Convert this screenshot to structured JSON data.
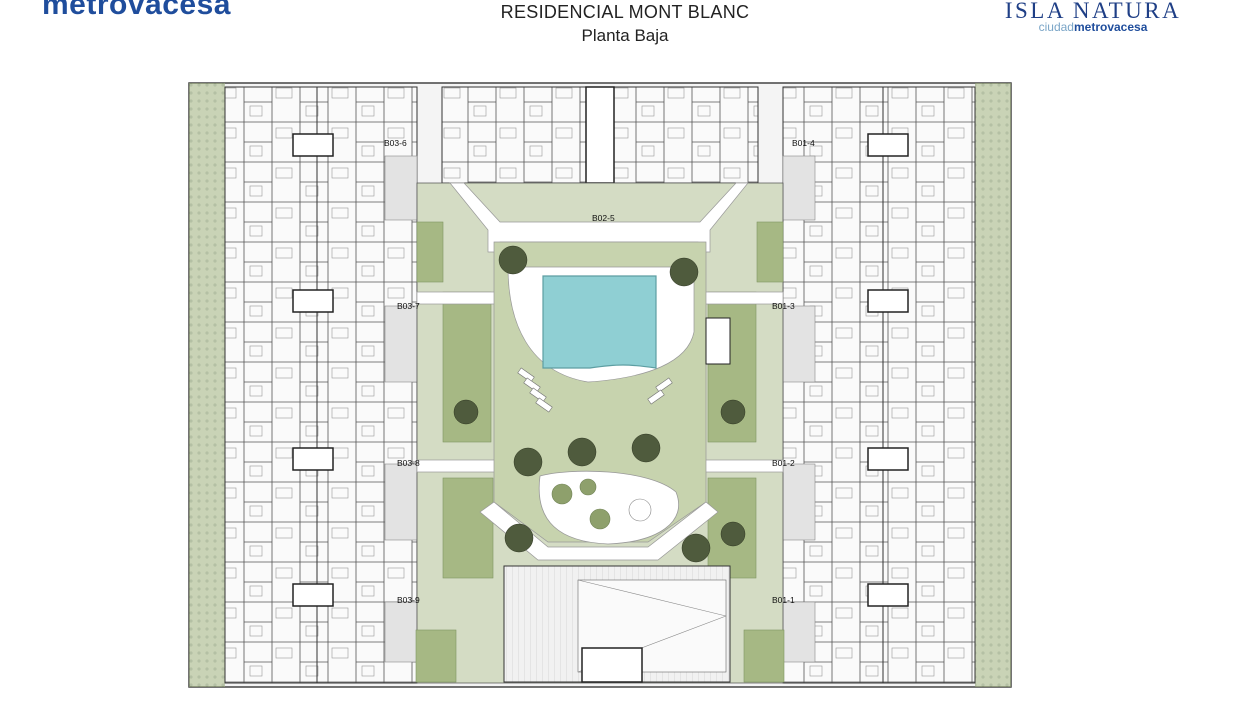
{
  "header": {
    "logo_left": "metrovacesa",
    "title": "RESIDENCIAL MONT BLANC",
    "subtitle": "Planta Baja",
    "logo_right_brand": "ISLA NATURA",
    "logo_right_sub_prefix": "ciudad",
    "logo_right_sub_bold": "metrovacesa"
  },
  "blocks": [
    {
      "id": "b03-6",
      "label": "B03-6"
    },
    {
      "id": "b01-4",
      "label": "B01-4"
    },
    {
      "id": "b02-5",
      "label": "B02-5"
    },
    {
      "id": "b03-7",
      "label": "B03-7"
    },
    {
      "id": "b01-3",
      "label": "B01-3"
    },
    {
      "id": "b03-8",
      "label": "B03-8"
    },
    {
      "id": "b01-2",
      "label": "B01-2"
    },
    {
      "id": "b03-9",
      "label": "B03-9"
    },
    {
      "id": "b01-1",
      "label": "B01-1"
    }
  ],
  "colors": {
    "brand_blue": "#1f4d9c",
    "garden": "#9fb27e",
    "lawn": "#b9c79e",
    "pool": "#8fcfd3",
    "paving": "#ffffff",
    "walls": "#333333"
  }
}
